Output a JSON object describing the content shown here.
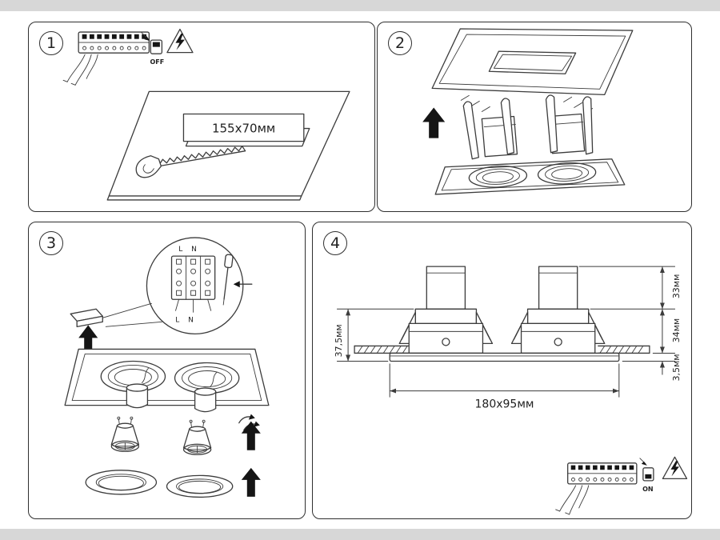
{
  "colors": {
    "line": "#3c3c3c",
    "page_bg": "#ffffff",
    "margin_bg": "#d7d7d7",
    "arrow_fill": "#151515"
  },
  "steps": {
    "step1": {
      "number": "1",
      "power_label": "OFF",
      "cutout_dimension": "155x70мм"
    },
    "step2": {
      "number": "2"
    },
    "step3": {
      "number": "3",
      "terminal_label_top": "L N",
      "terminal_label_bottom": "L N"
    },
    "step4": {
      "number": "4",
      "recess_depth": "37,5мм",
      "height_above_ceiling": "33мм",
      "housing_height": "34мм",
      "trim_height": "3,5мм",
      "cutout_dimension": "180x95мм",
      "power_label": "ON"
    }
  }
}
